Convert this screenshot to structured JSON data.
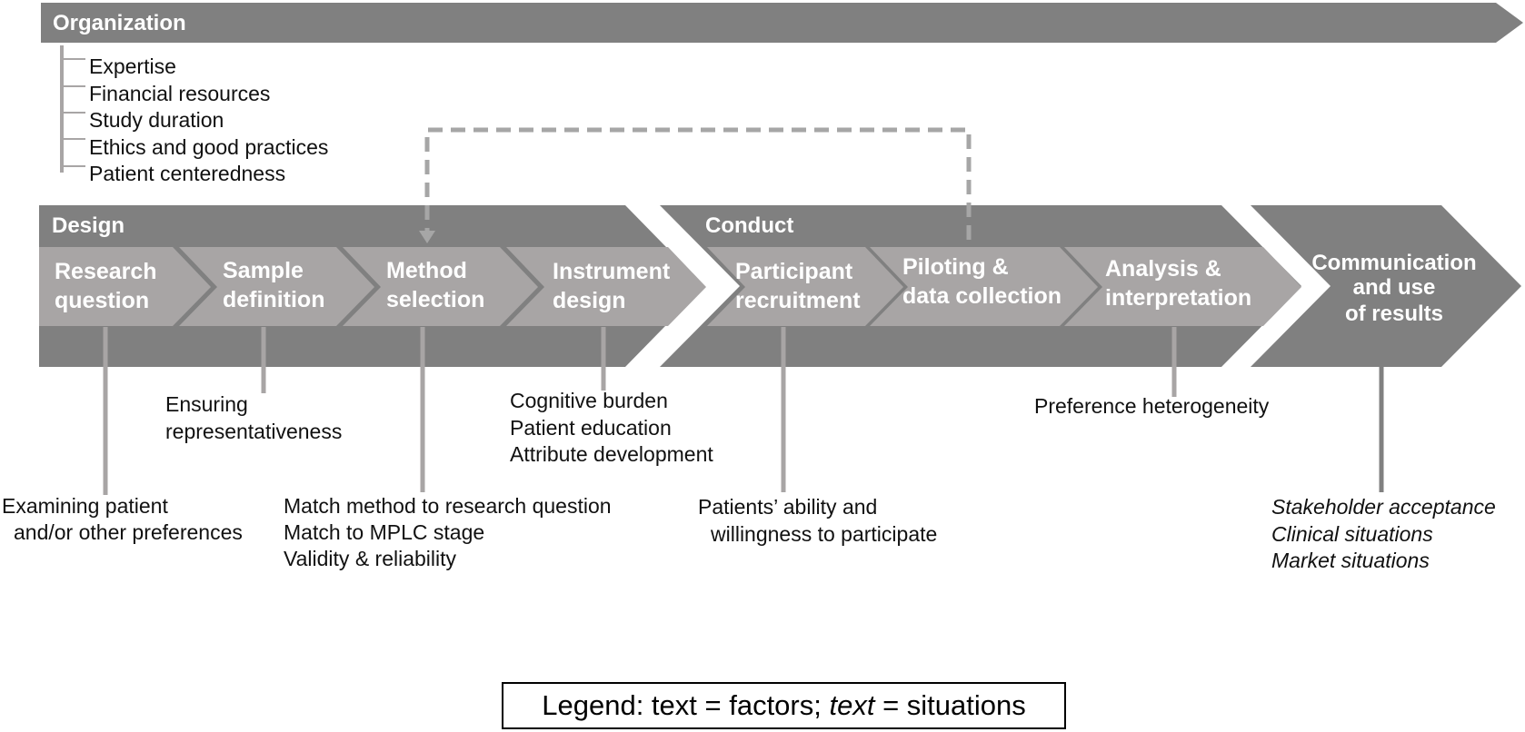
{
  "colors": {
    "dark_band": "#808080",
    "light_band": "#a8a5a5",
    "dashed_arrow": "#a6a6a6",
    "text": "#111111"
  },
  "organization": {
    "title": "Organization",
    "items": [
      "Expertise",
      "Financial resources",
      "Study duration",
      "Ethics and good practices",
      "Patient centeredness"
    ]
  },
  "design": {
    "title": "Design",
    "steps": [
      {
        "line1": "Research",
        "line2": "question"
      },
      {
        "line1": "Sample",
        "line2": "definition"
      },
      {
        "line1": "Method",
        "line2": "selection"
      },
      {
        "line1": "Instrument",
        "line2": "design"
      }
    ]
  },
  "conduct": {
    "title": "Conduct",
    "steps": [
      {
        "line1": "Participant",
        "line2": "recruitment"
      },
      {
        "line1": "Piloting &",
        "line2": "data collection"
      },
      {
        "line1": "Analysis &",
        "line2": "interpretation"
      }
    ]
  },
  "communication": {
    "lines": [
      "Communication",
      "and use",
      "of results"
    ]
  },
  "factors": {
    "research_question": [
      "Examining patient",
      "and/or other preferences"
    ],
    "sample_definition": [
      "Ensuring",
      "representativeness"
    ],
    "method_selection": [
      "Match method to research question",
      "Match to MPLC stage",
      "Validity & reliability"
    ],
    "instrument_design": [
      "Cognitive burden",
      "Patient education",
      "Attribute development"
    ],
    "participant_recruitment": [
      "Patients’ ability and",
      "willingness to participate"
    ],
    "analysis": [
      "Preference heterogeneity"
    ]
  },
  "situations": {
    "communication": [
      "Stakeholder acceptance",
      "Clinical situations",
      "Market situations"
    ]
  },
  "legend": {
    "prefix": "Legend: ",
    "factors_sample": "text",
    "factors_label": " = factors; ",
    "situations_sample": "text",
    "situations_label": " = situations"
  }
}
